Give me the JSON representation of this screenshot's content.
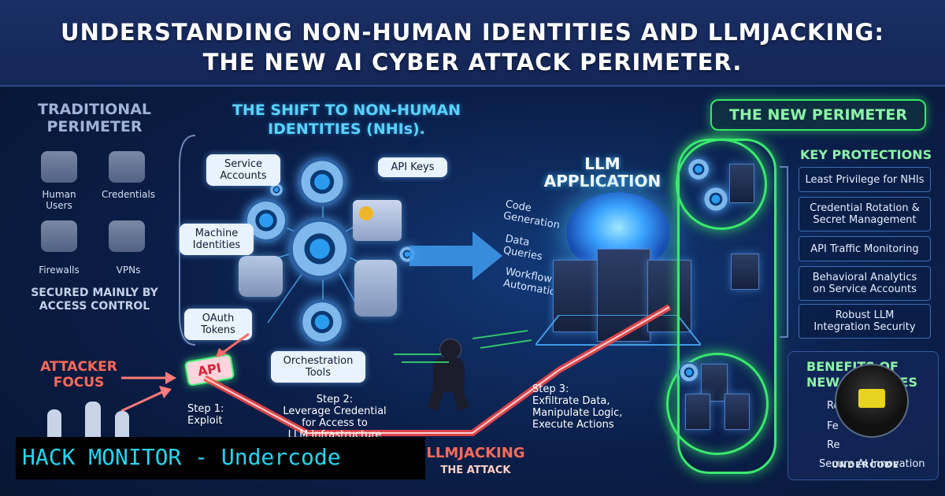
{
  "title": {
    "line1": "UNDERSTANDING NON-HUMAN IDENTITIES AND LLMJACKING:",
    "line2": "THE NEW AI CYBER ATTACK PERIMETER."
  },
  "traditional": {
    "title_line1": "TRADITIONAL",
    "title_line2": "PERIMETER",
    "items": [
      {
        "label_line1": "Human",
        "label_line2": "Users",
        "icon": "users-icon"
      },
      {
        "label_line1": "Credentials",
        "label_line2": "",
        "icon": "id-card-icon"
      },
      {
        "label_line1": "Firewalls",
        "label_line2": "",
        "icon": "brick-wall-icon"
      },
      {
        "label_line1": "VPNs",
        "label_line2": "",
        "icon": "shield-lock-icon"
      }
    ],
    "secured_line1": "SECURED MAINLY BY",
    "secured_line2": "ACCESS CONTROL"
  },
  "nhi": {
    "title_line1": "THE SHIFT TO NON-HUMAN",
    "title_line2": "IDENTITIES (NHIs).",
    "bubbles": {
      "service_line1": "Service",
      "service_line2": "Accounts",
      "api_keys": "API Keys",
      "machine_line1": "Machine",
      "machine_line2": "Identities",
      "oauth_line1": "OAuth",
      "oauth_line2": "Tokens",
      "orch_line1": "Orchestration",
      "orch_line2": "Tools"
    }
  },
  "llm": {
    "title_line1": "LLM",
    "title_line2": "APPLICATION",
    "flows": [
      {
        "line1": "Code",
        "line2": "Generation"
      },
      {
        "line1": "Data",
        "line2": "Queries"
      },
      {
        "line1": "Workflow",
        "line2": "Automation"
      }
    ]
  },
  "new_perimeter": {
    "title": "THE NEW PERIMETER",
    "kp_title": "KEY PROTECTIONS",
    "protections": [
      {
        "line1": "Least Privilege for NHIs",
        "line2": ""
      },
      {
        "line1": "Credential Rotation &",
        "line2": "Secret Management"
      },
      {
        "line1": "API Traffic Monitoring",
        "line2": ""
      },
      {
        "line1": "Behavioral Analytics",
        "line2": "on Service Accounts"
      },
      {
        "line1": "Robust LLM",
        "line2": "Integration Security"
      }
    ],
    "benefits_title_line1": "BENEFITS OF",
    "benefits_title_line2": "NEW DEFENSES",
    "benefits": [
      "Re",
      "Fe",
      "Re",
      "Secure AI Innovation"
    ]
  },
  "attack": {
    "focus_line1": "ATTACKER",
    "focus_line2": "FOCUS",
    "api_label": "API",
    "step1_line1": "Step 1:",
    "step1_line2": "Exploit",
    "step2_line1": "Step 2:",
    "step2_line2": "Leverage Credential",
    "step2_line3": "for Access to",
    "step2_line4": "LLM Infrastructure",
    "step3_line1": "Step 3:",
    "step3_line2": "Exfiltrate Data,",
    "step3_line3": "Manipulate Logic,",
    "step3_line4": "Execute Actions",
    "llmjacking_title": "LLMJACKING",
    "llmjacking_sub": "THE ATTACK"
  },
  "watermark": {
    "bar_text": "HACK MONITOR - Undercode",
    "logo_text": "UNDERCODE"
  },
  "colors": {
    "accent_green": "#3bea6e",
    "accent_red": "#ff4a4a",
    "accent_cyan": "#25d6f2"
  }
}
